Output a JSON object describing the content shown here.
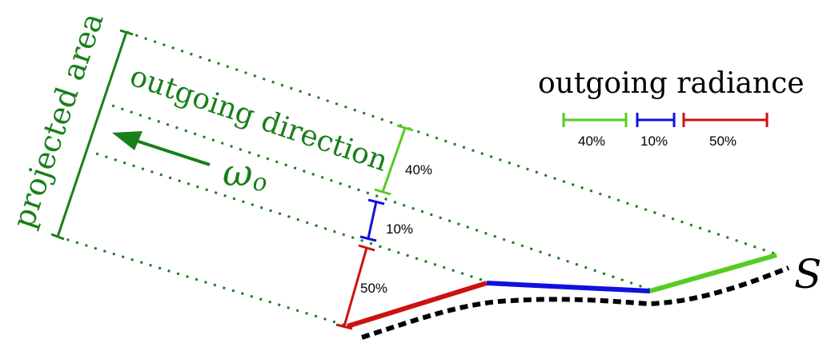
{
  "labels": {
    "projected_area": "projected area",
    "outgoing_direction": "outgoing direction",
    "omega_symbol": "ω",
    "omega_subscript": "o",
    "surface_symbol": "S",
    "legend_title": "outgoing radiance"
  },
  "segments": [
    {
      "id": "red",
      "percent_label": "50%",
      "fraction": 0.5,
      "color": "#cc1111"
    },
    {
      "id": "blue",
      "percent_label": "10%",
      "fraction": 0.1,
      "color": "#1111dd"
    },
    {
      "id": "green",
      "percent_label": "40%",
      "fraction": 0.4,
      "color": "#55cc22"
    }
  ],
  "legend": [
    {
      "percent_label": "40%",
      "color": "#55cc22"
    },
    {
      "percent_label": "10%",
      "color": "#1111dd"
    },
    {
      "percent_label": "50%",
      "color": "#cc1111"
    }
  ],
  "colors": {
    "projection_green": "#1a7f1a",
    "dotted_black": "#000000"
  }
}
